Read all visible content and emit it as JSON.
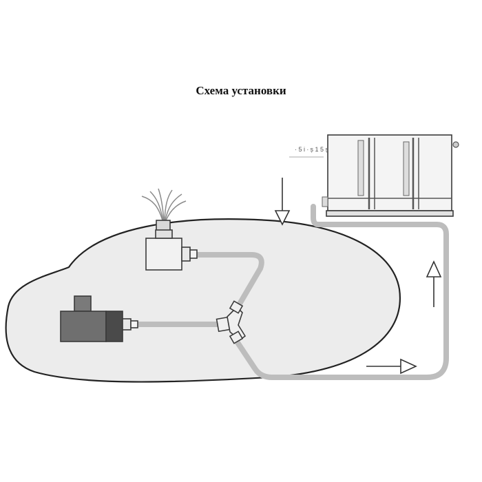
{
  "diagram": {
    "title": "Схема установки",
    "filter_label": "· 5 i ∙ ș 1 5 ș",
    "colors": {
      "pond_fill": "#ececec",
      "pond_stroke": "#222222",
      "tube": "#bdbdbd",
      "pump_body": "#6f6f6f",
      "pump_end": "#4a4a4a",
      "fountain_body": "#f2f2f2",
      "filter_fill": "#f4f4f4"
    },
    "components": [
      {
        "name": "pond"
      },
      {
        "name": "fountain-nozzle"
      },
      {
        "name": "fountain-pump"
      },
      {
        "name": "water-pump"
      },
      {
        "name": "y-splitter"
      },
      {
        "name": "filter-tank"
      }
    ],
    "flow_arrows": [
      {
        "direction": "down"
      },
      {
        "direction": "up"
      },
      {
        "direction": "right"
      }
    ]
  }
}
